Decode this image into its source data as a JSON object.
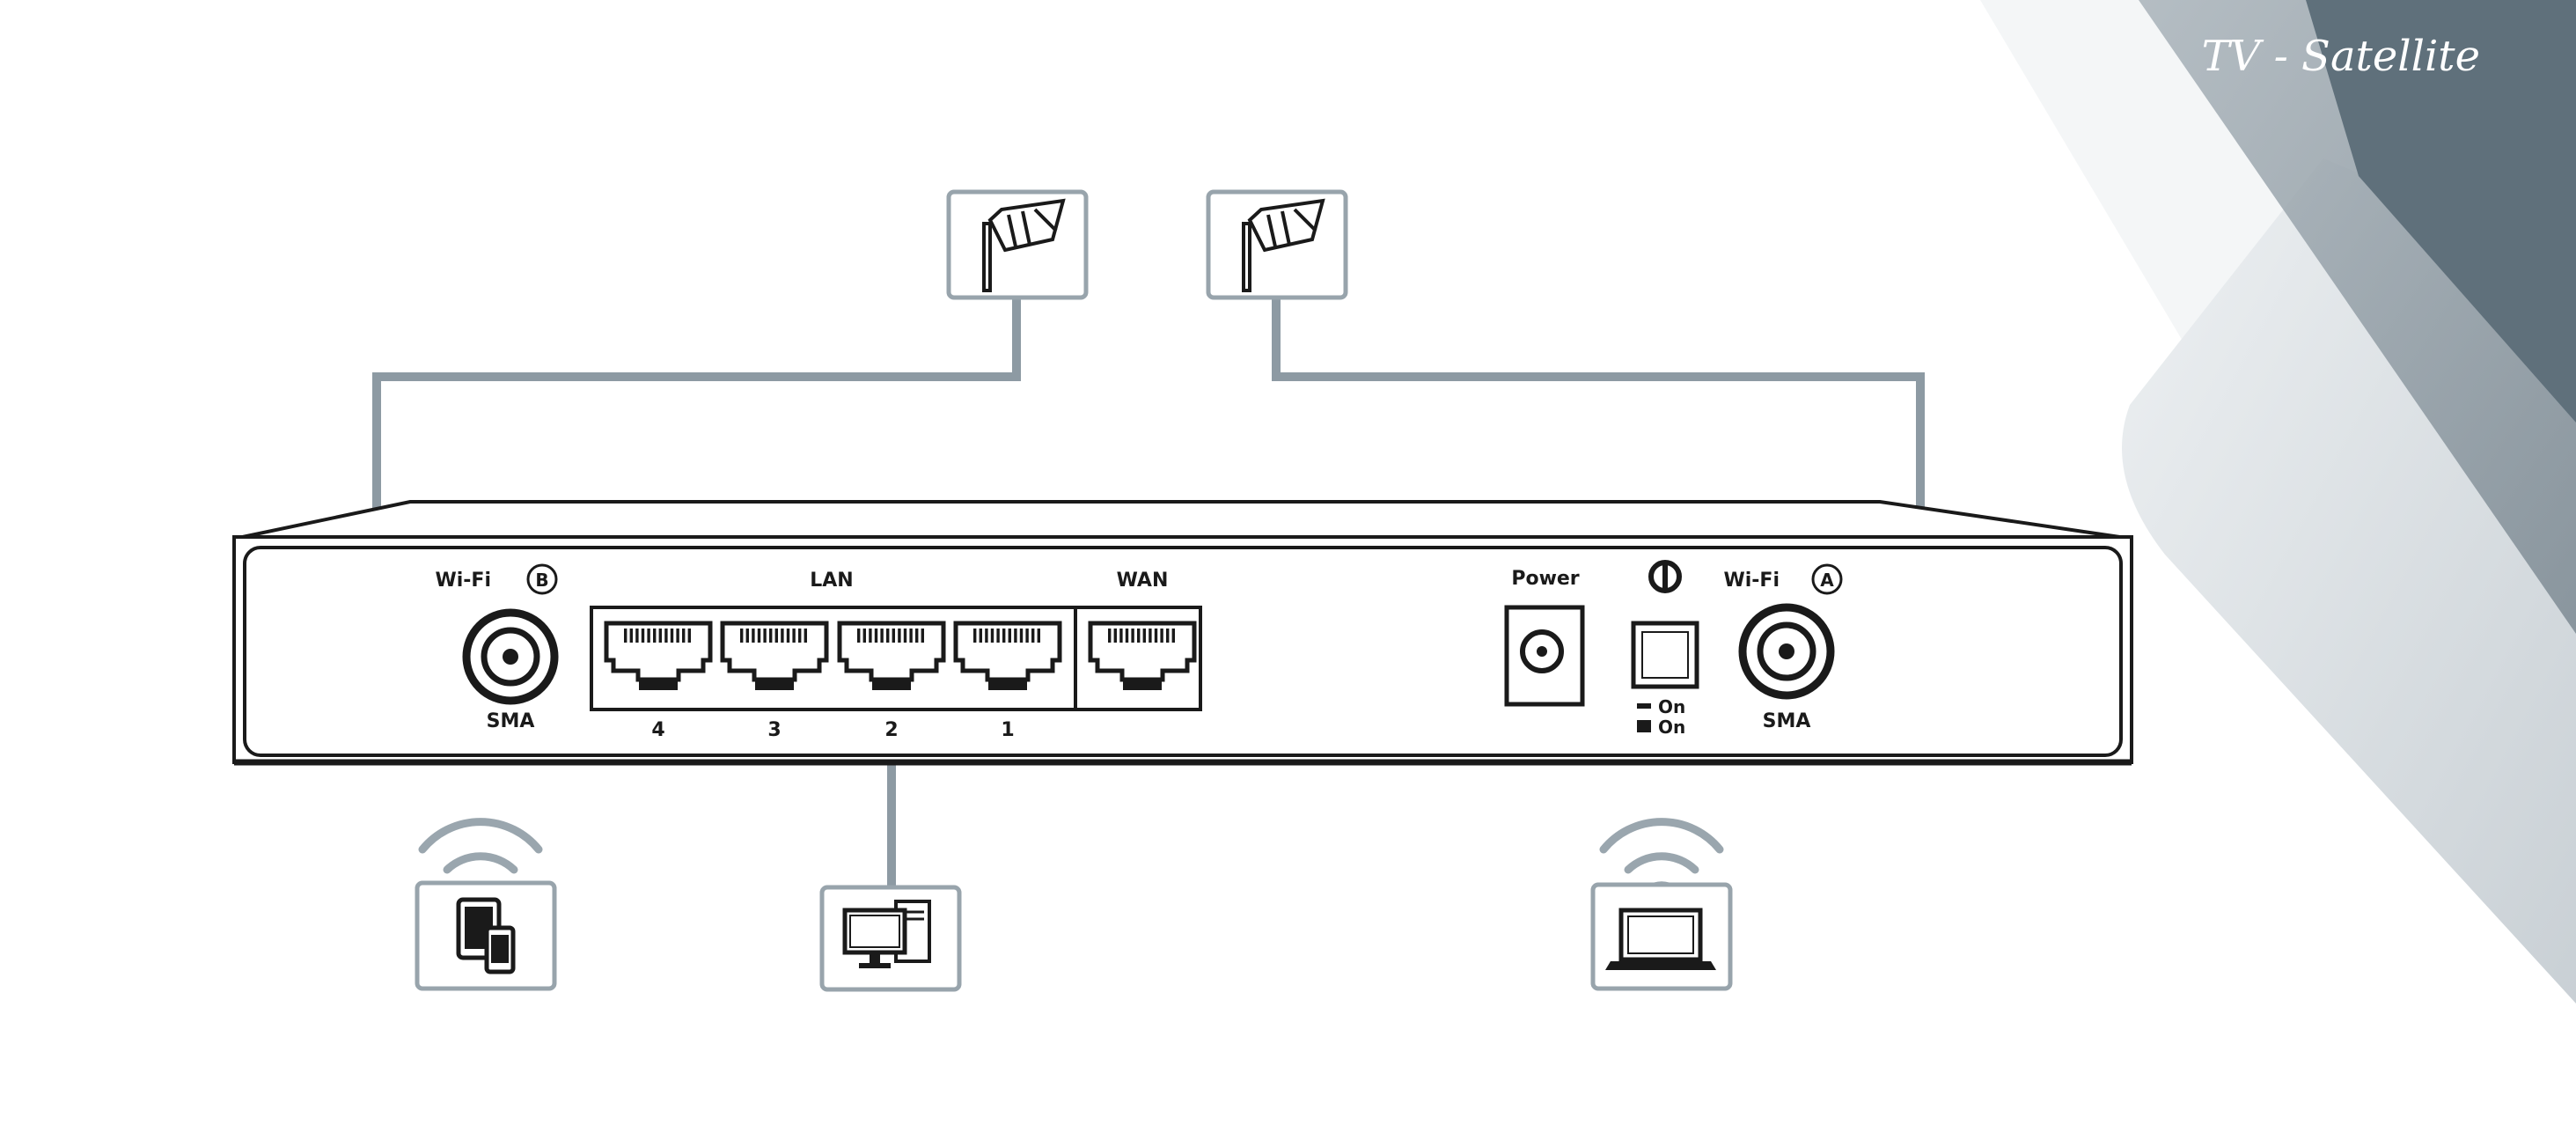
{
  "header": {
    "corner_label": "TV - Satellite"
  },
  "router": {
    "wifi_b_label": "Wi-Fi",
    "wifi_b_letter": "B",
    "wifi_a_label": "Wi-Fi",
    "wifi_a_letter": "A",
    "sma_label_left": "SMA",
    "sma_label_right": "SMA",
    "lan_label": "LAN",
    "wan_label": "WAN",
    "lan_port_numbers": [
      "4",
      "3",
      "2",
      "1"
    ],
    "power_label": "Power",
    "switch_legend_off": "On",
    "switch_legend_on": "On"
  },
  "devices": [
    {
      "name": "antenna-left",
      "icon": "antenna-icon"
    },
    {
      "name": "antenna-right",
      "icon": "antenna-icon"
    },
    {
      "name": "mobile-devices",
      "icon": "tablet-phone-icon",
      "connection": "wifi"
    },
    {
      "name": "desktop-pc",
      "icon": "desktop-computer-icon",
      "connection": "LAN 2"
    },
    {
      "name": "laptop",
      "icon": "laptop-icon",
      "connection": "wifi"
    }
  ],
  "colors": {
    "cable": "#8d9aa3",
    "frame": "#98a4ac",
    "corner_dark": "#5f707b",
    "corner_mid": "#8a969e",
    "corner_light": "#d6dbdf",
    "ink": "#1a1a1a"
  }
}
